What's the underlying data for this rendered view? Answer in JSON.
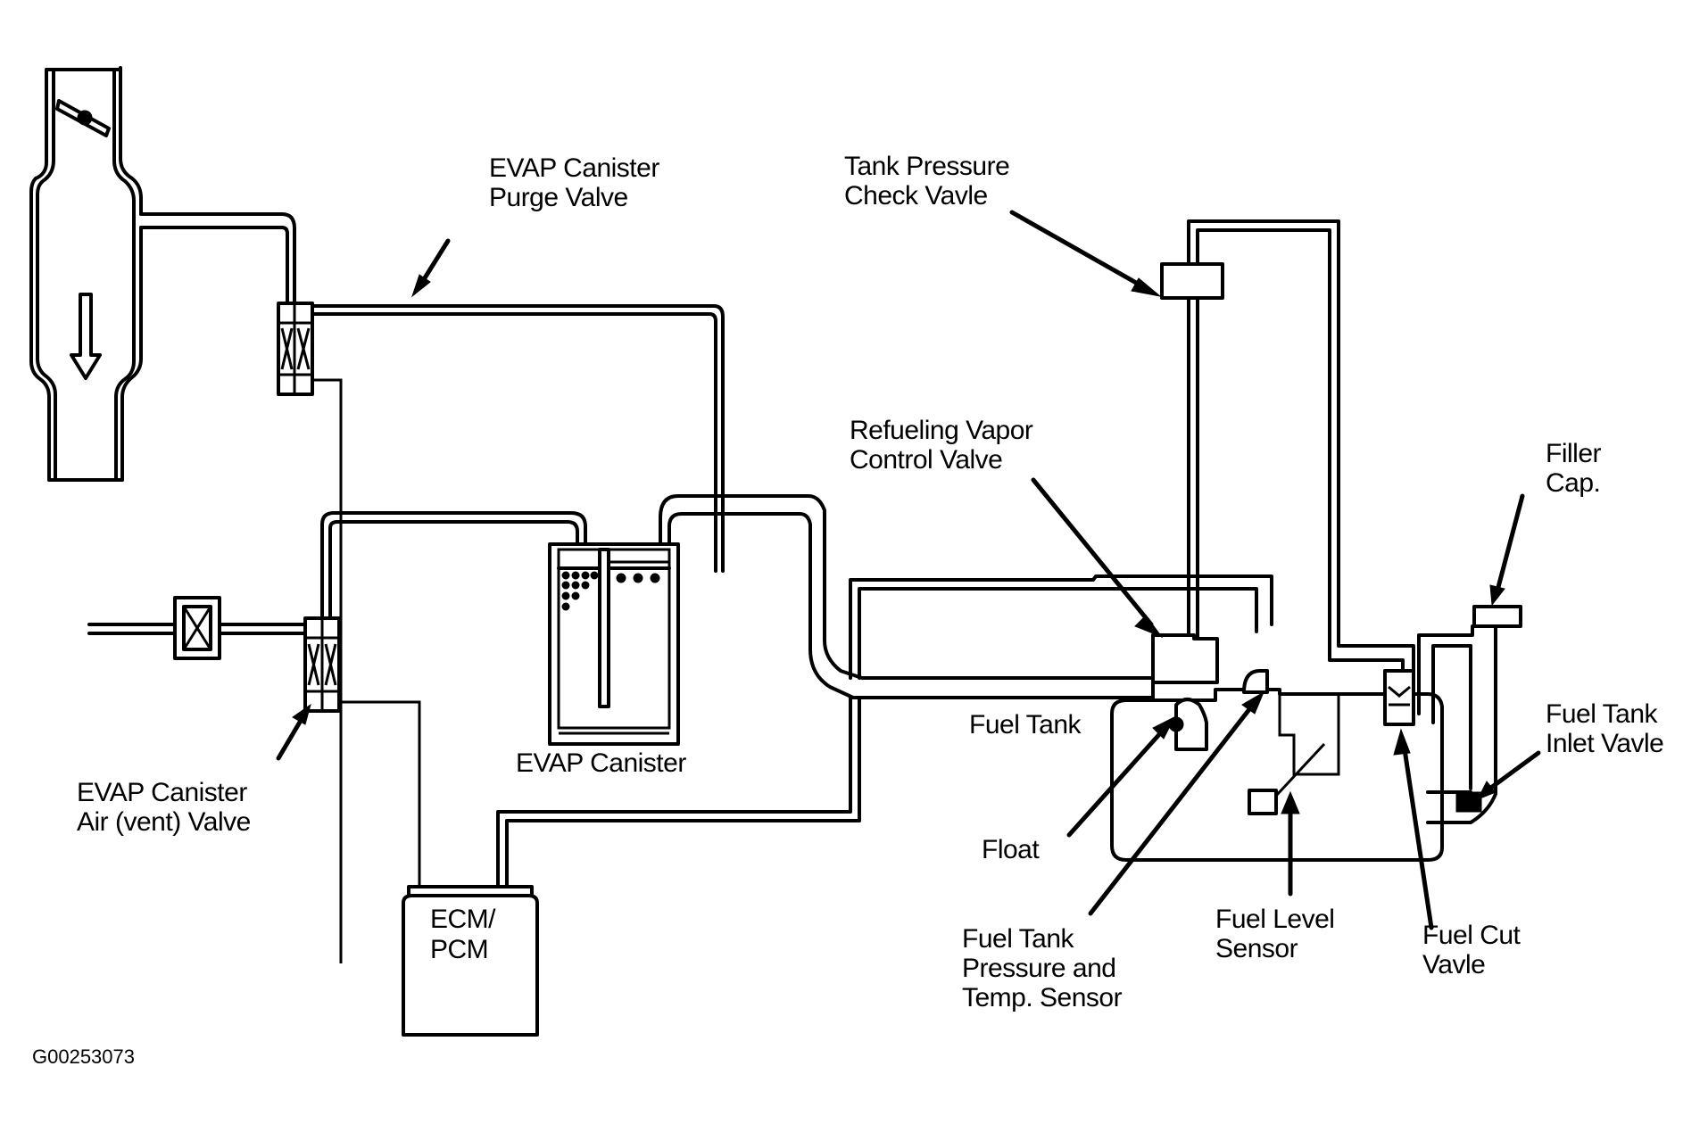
{
  "figure_id": "G00253073",
  "labels": {
    "purge_valve": [
      "EVAP Canister",
      "Purge Valve"
    ],
    "air_vent_valve": [
      "EVAP Canister",
      "Air (vent) Valve"
    ],
    "evap_canister": [
      "EVAP Canister"
    ],
    "ecm_pcm": [
      "ECM/",
      "PCM"
    ],
    "tank_pressure_check_valve": [
      "Tank Pressure",
      "Check Vavle"
    ],
    "refueling_vapor_control_valve": [
      "Refueling Vapor",
      "Control Valve"
    ],
    "filler_cap": [
      "Filler",
      "Cap."
    ],
    "fuel_tank": [
      "Fuel Tank"
    ],
    "fuel_tank_inlet_valve": [
      "Fuel Tank",
      "Inlet Vavle"
    ],
    "float": [
      "Float"
    ],
    "fuel_tank_pressure_temp_sensor": [
      "Fuel Tank",
      "Pressure and",
      "Temp. Sensor"
    ],
    "fuel_level_sensor": [
      "Fuel Level",
      "Sensor"
    ],
    "fuel_cut_valve": [
      "Fuel Cut",
      "Vavle"
    ]
  },
  "colors": {
    "ink": "#000000",
    "background": "#ffffff"
  }
}
